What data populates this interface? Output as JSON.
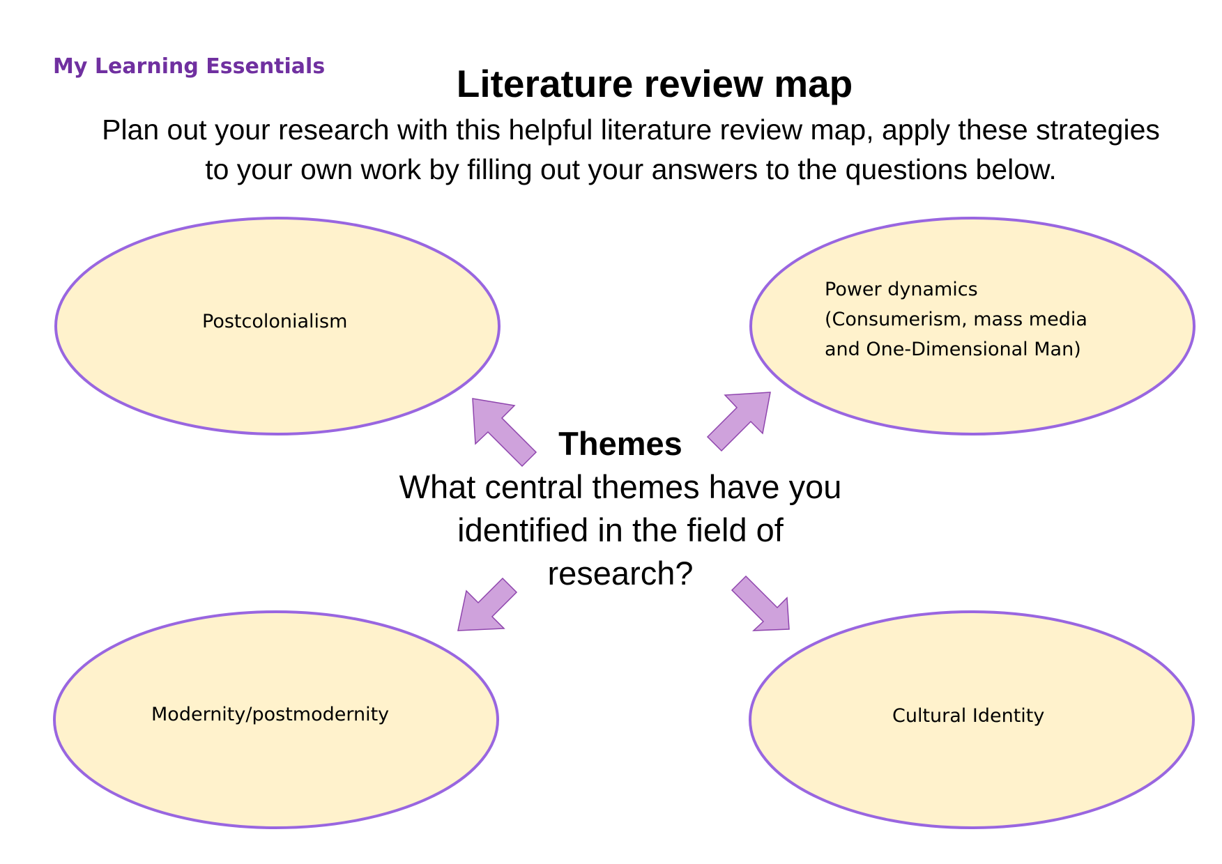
{
  "header": {
    "brand": "My Learning Essentials",
    "title": "Literature review map",
    "subtitle": "Plan out your research with this helpful literature review map, apply these strategies to your own work by filling out your answers to the questions below."
  },
  "center": {
    "heading": "Themes",
    "question": "What central themes have you identified in the field of research?"
  },
  "themes": {
    "top_left": "Postcolonialism",
    "top_right_line1": "Power dynamics",
    "top_right_line2": "(Consumerism, mass media",
    "top_right_line3": "and One-Dimensional Man)",
    "bottom_left": "Modernity/postmodernity",
    "bottom_right": "Cultural Identity"
  },
  "colors": {
    "brand": "#7030a0",
    "ellipse_fill": "#fff2cc",
    "ellipse_stroke": "#9966e0",
    "arrow_fill": "#cfa2dc",
    "arrow_stroke": "#8e44ad"
  },
  "icons": [
    "arrow-up-left-icon",
    "arrow-up-right-icon",
    "arrow-down-left-icon",
    "arrow-down-right-icon"
  ]
}
